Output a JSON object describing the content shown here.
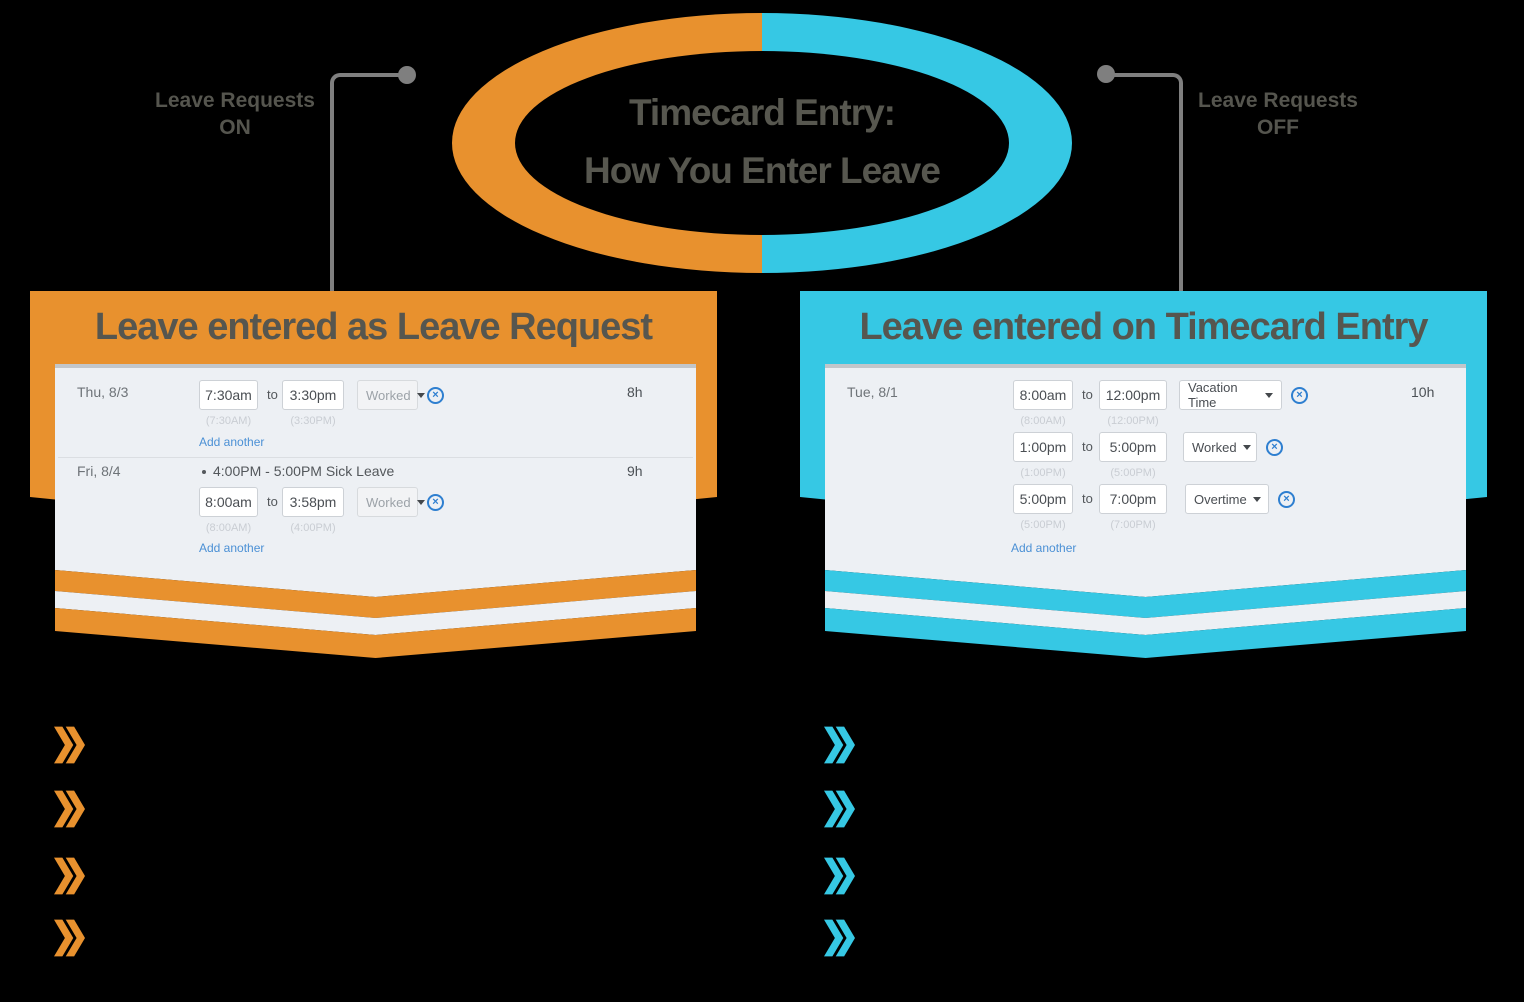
{
  "title": {
    "line1": "Timecard Entry:",
    "line2": "How You Enter Leave"
  },
  "callout_left": {
    "line1": "Leave Requests",
    "line2": "ON"
  },
  "callout_right": {
    "line1": "Leave Requests",
    "line2": "OFF"
  },
  "labels": {
    "to": "to",
    "add_another": "Add another"
  },
  "colors": {
    "orange_accent": "#E8912E",
    "cyan_accent": "#36C8E4",
    "title_text": "#56564F",
    "link_blue": "#4B90D5",
    "remove_icon_blue": "#2E7FD0",
    "panel_background": "#EDF0F4"
  },
  "left_panel": {
    "header": "Leave entered as Leave Request",
    "days": [
      {
        "date": "Thu, 8/3",
        "hours": "8h",
        "entries": [
          {
            "start": "7:30am",
            "end": "3:30pm",
            "start_hint": "(7:30AM)",
            "end_hint": "(3:30PM)",
            "type": "Worked"
          }
        ]
      },
      {
        "date": "Fri, 8/4",
        "hours": "9h",
        "note": "4:00PM - 5:00PM Sick Leave",
        "entries": [
          {
            "start": "8:00am",
            "end": "3:58pm",
            "start_hint": "(8:00AM)",
            "end_hint": "(4:00PM)",
            "type": "Worked"
          }
        ]
      }
    ]
  },
  "right_panel": {
    "header": "Leave entered on Timecard Entry",
    "days": [
      {
        "date": "Tue, 8/1",
        "hours": "10h",
        "entries": [
          {
            "start": "8:00am",
            "end": "12:00pm",
            "start_hint": "(8:00AM)",
            "end_hint": "(12:00PM)",
            "type": "Vacation Time"
          },
          {
            "start": "1:00pm",
            "end": "5:00pm",
            "start_hint": "(1:00PM)",
            "end_hint": "(5:00PM)",
            "type": "Worked"
          },
          {
            "start": "5:00pm",
            "end": "7:00pm",
            "start_hint": "(5:00PM)",
            "end_hint": "(7:00PM)",
            "type": "Overtime"
          }
        ]
      }
    ]
  },
  "bullets": {
    "left_count": 4,
    "right_count": 4
  }
}
